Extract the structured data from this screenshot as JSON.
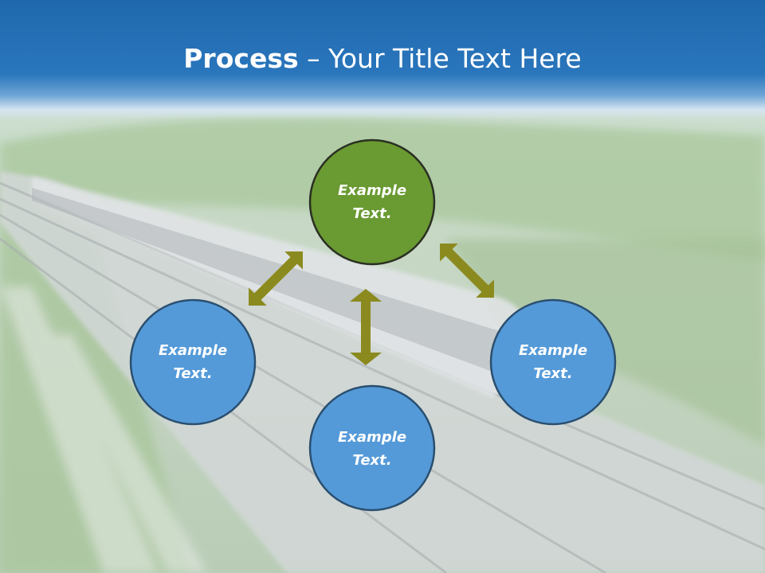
{
  "title": {
    "bold": "Process",
    "dash": " – ",
    "rest": "Your Title Text Here"
  },
  "nodes": {
    "top": {
      "line1": "Example",
      "line2": "Text."
    },
    "left": {
      "line1": "Example",
      "line2": "Text."
    },
    "right": {
      "line1": "Example",
      "line2": "Text."
    },
    "bottom": {
      "line1": "Example",
      "line2": "Text."
    }
  },
  "colors": {
    "header_blue": "#1f68ae",
    "center_circle_fill": "#6a9a32",
    "outer_circle_fill": "#559ad8",
    "circle_stroke": "#2a4f70",
    "arrow_fill": "#8b8a1f"
  }
}
